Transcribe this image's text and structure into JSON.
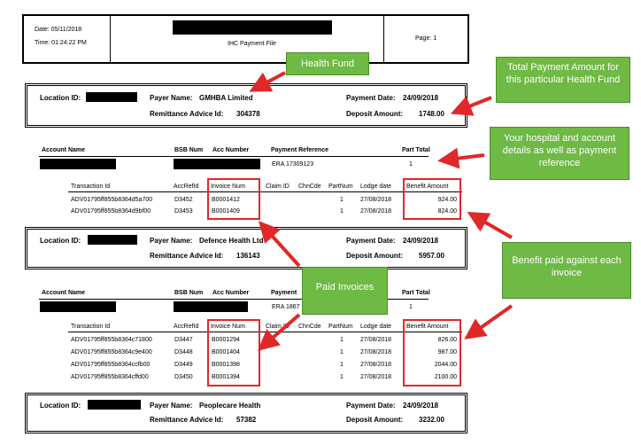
{
  "report_header": {
    "date": "Date: 05/11/2018",
    "time": "Time: 01:24:22 PM",
    "title": "IHC Payment File",
    "page": "Page: 1"
  },
  "labels": {
    "location_id": "Location ID:",
    "payer_name": "Payer Name:",
    "remittance_advice_id": "Remittance Advice Id:",
    "payment_date": "Payment Date:",
    "deposit_amount": "Deposit Amount:"
  },
  "account_headers": {
    "account_name": "Account Name",
    "bsb_num": "BSB Num",
    "acc_number": "Acc Number",
    "payment_reference": "Payment Reference",
    "part_total": "Part Total"
  },
  "transaction_headers": [
    "Transaction Id",
    "AccRefId",
    "Invoice Num",
    "Claim ID",
    "ChnCde",
    "PartNum",
    "Lodge date",
    "Benefit Amount"
  ],
  "payments": [
    {
      "payer_name": "GMHBA Limited",
      "remittance_id": "304378",
      "payment_date": "24/09/2018",
      "deposit_amount": "1748.00"
    },
    {
      "payer_name": "Defence Health Ltd",
      "remittance_id": "136143",
      "payment_date": "24/09/2018",
      "deposit_amount": "5957.00"
    },
    {
      "payer_name": "Peoplecare Health",
      "remittance_id": "57382",
      "payment_date": "24/09/2018",
      "deposit_amount": "3232.00"
    }
  ],
  "accounts": [
    {
      "payment_reference": "ERA 17309123",
      "part_total": "1",
      "transactions": [
        {
          "id": "ADV01795ff855b8364d5a700",
          "acc": "D3452",
          "invoice": "B0001412",
          "part": "1",
          "lodge": "27/08/2018",
          "amount": "924.00"
        },
        {
          "id": "ADV01795ff855b8364d9bf00",
          "acc": "D3453",
          "invoice": "B0001409",
          "part": "1",
          "lodge": "27/08/2018",
          "amount": "824.00"
        }
      ]
    },
    {
      "payment_reference": "ERA 1867",
      "part_total": "1",
      "transactions": [
        {
          "id": "ADV01795ff855b8364c71800",
          "acc": "D3447",
          "invoice": "B0001294",
          "part": "1",
          "lodge": "27/08/2018",
          "amount": "826.00"
        },
        {
          "id": "ADV01795ff855b8364c9e400",
          "acc": "D3448",
          "invoice": "B0001404",
          "part": "1",
          "lodge": "27/08/2018",
          "amount": "987.00"
        },
        {
          "id": "ADV01795ff855b8364ccfb00",
          "acc": "D3449",
          "invoice": "B0001398",
          "part": "1",
          "lodge": "27/08/2018",
          "amount": "2044.00"
        },
        {
          "id": "ADV01795ff855b8364cffd00",
          "acc": "D3450",
          "invoice": "B0001394",
          "part": "1",
          "lodge": "27/08/2018",
          "amount": "2100.00"
        }
      ]
    }
  ],
  "callouts": {
    "health_fund": "Health Fund",
    "total_payment": "Total Payment Amount for this particular Health Fund",
    "hospital_details": "Your hospital and account details as well as payment reference",
    "benefit_paid": "Benefit paid against each invoice",
    "paid_invoices": "Paid Invoices"
  },
  "colors": {
    "callout_green": "#6fb945",
    "highlight_red": "#e02828"
  }
}
